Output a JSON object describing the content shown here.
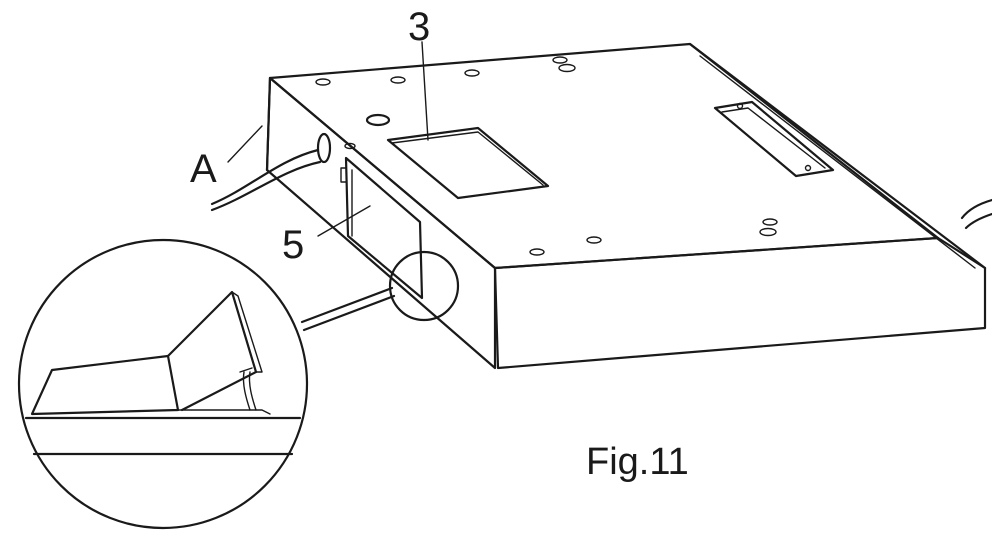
{
  "labels": {
    "part_3": "3",
    "part_5": "5",
    "part_a": "A"
  },
  "caption": "Fig.11",
  "colors": {
    "line": "#1a1a1a",
    "background": "#ffffff"
  }
}
